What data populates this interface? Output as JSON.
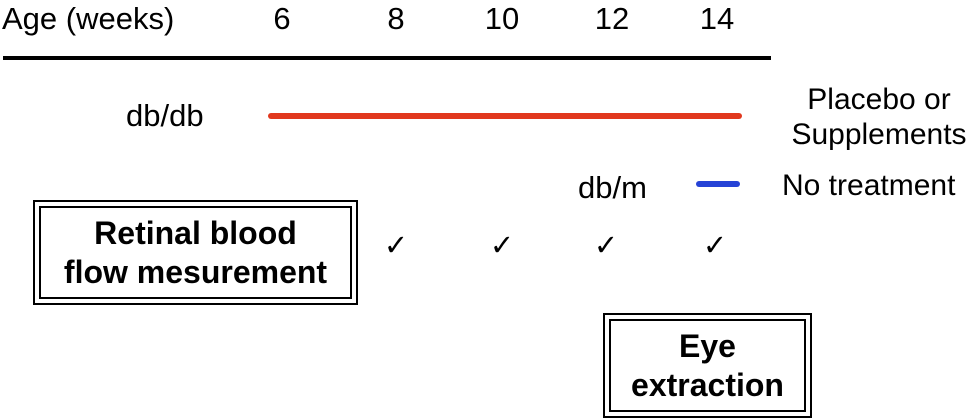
{
  "timeline": {
    "axis_label": "Age (weeks)",
    "ticks": [
      "6",
      "8",
      "10",
      "12",
      "14"
    ]
  },
  "groups": {
    "dbdb": {
      "label": "db/db",
      "color": "#e1381e",
      "legend_line1": "Placebo or",
      "legend_line2": "Supplements"
    },
    "dbm": {
      "label": "db/m",
      "color": "#2643d6",
      "legend": "No treatment"
    }
  },
  "retinal_box": {
    "line1": "Retinal blood",
    "line2": "flow mesurement"
  },
  "checkmarks": [
    "✓",
    "✓",
    "✓",
    "✓"
  ],
  "eye_box": {
    "line1": "Eye",
    "line2": "extraction"
  }
}
